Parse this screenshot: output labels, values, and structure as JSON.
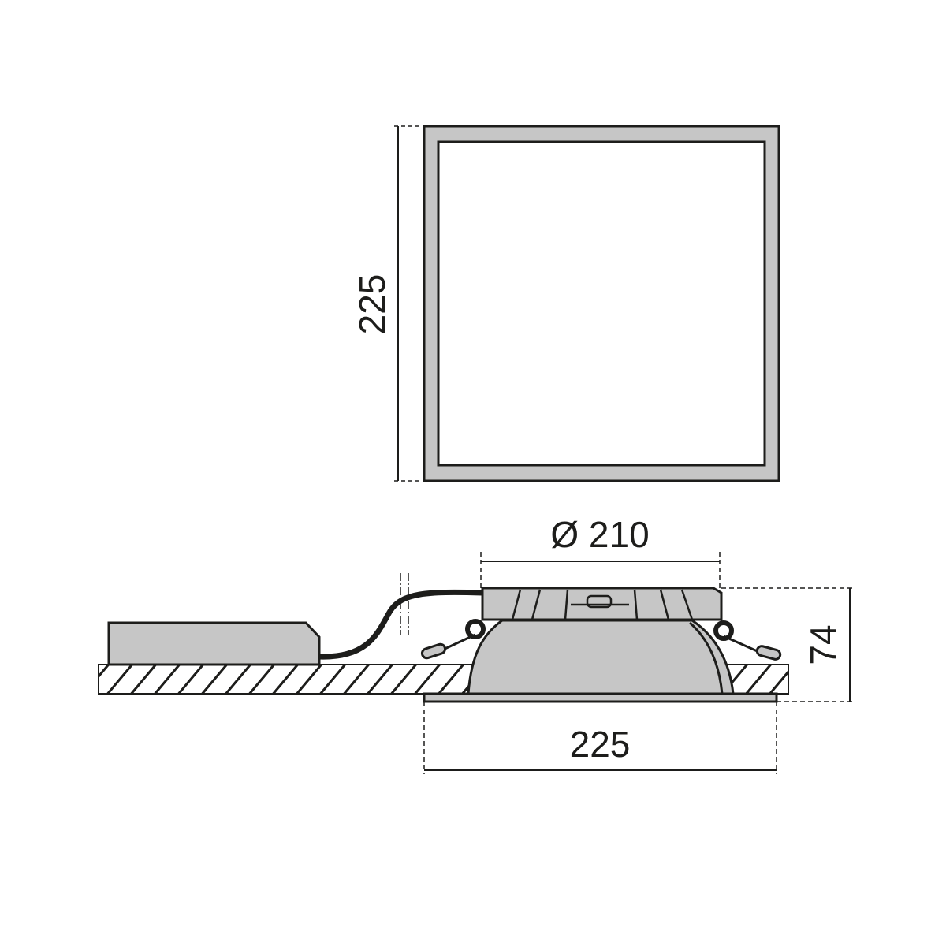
{
  "dimensions": {
    "top_view_height": "225",
    "diameter": "Ø 210",
    "side_height": "74",
    "side_width": "225"
  },
  "colors": {
    "line": "#1d1d1b",
    "fill": "#c6c6c6",
    "background": "#ffffff"
  }
}
